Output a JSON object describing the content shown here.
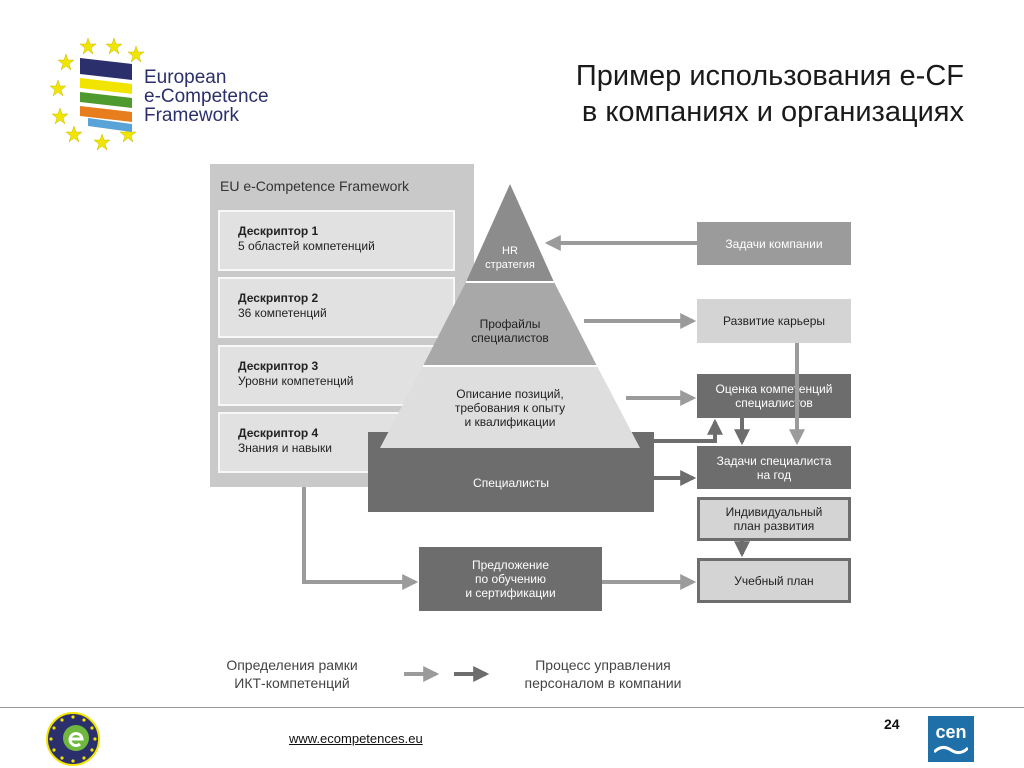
{
  "logo": {
    "line1": "European",
    "line2": "e-Competence",
    "line3": "Framework"
  },
  "title": {
    "line1": "Пример использования e-CF",
    "line2": "в компаниях и организациях"
  },
  "framework": {
    "heading": "EU e-Competence Framework",
    "descriptors": [
      {
        "name": "Дескриптор 1",
        "text": "5 областей компетенций"
      },
      {
        "name": "Дескриптор 2",
        "text": "36 компетенций"
      },
      {
        "name": "Дескриптор 3",
        "text": "Уровни компетенций"
      },
      {
        "name": "Дескриптор 4",
        "text": "Знания и навыки"
      }
    ]
  },
  "pyramid": {
    "top_line1": "HR",
    "top_line2": "стратегия",
    "mid_line1": "Профайлы",
    "mid_line2": "специалистов",
    "low_line1": "Описание позиций,",
    "low_line2": "требования к опыту",
    "low_line3": "и квалификации",
    "base": "Специалисты"
  },
  "right_boxes": {
    "tasks": "Задачи компании",
    "career": "Развитие карьеры",
    "assess_line1": "Оценка компетенций",
    "assess_line2": "специалистов",
    "annual_line1": "Задачи специалиста",
    "annual_line2": "на год",
    "plan_line1": "Индивидуальный",
    "plan_line2": "план развития",
    "training": "Учебный план"
  },
  "offer": {
    "line1": "Предложение",
    "line2": "по обучению",
    "line3": "и сертификации"
  },
  "legend": {
    "left_line1": "Определения рамки",
    "left_line2": "ИКТ-компетенций",
    "right_line1": "Процесс управления",
    "right_line2": "персоналом в компании"
  },
  "footer": {
    "url": "www.ecompetences.eu",
    "page": "24",
    "cen_logo": "cen"
  },
  "colors": {
    "dark": "#6d6d6d",
    "medium": "#9b9b9b",
    "light": "#d4d4d4",
    "navy": "#2b2f6b",
    "yellow": "#f1e400",
    "green": "#4e9a2e",
    "orange": "#e87d1e",
    "blue": "#5aa3d8"
  }
}
